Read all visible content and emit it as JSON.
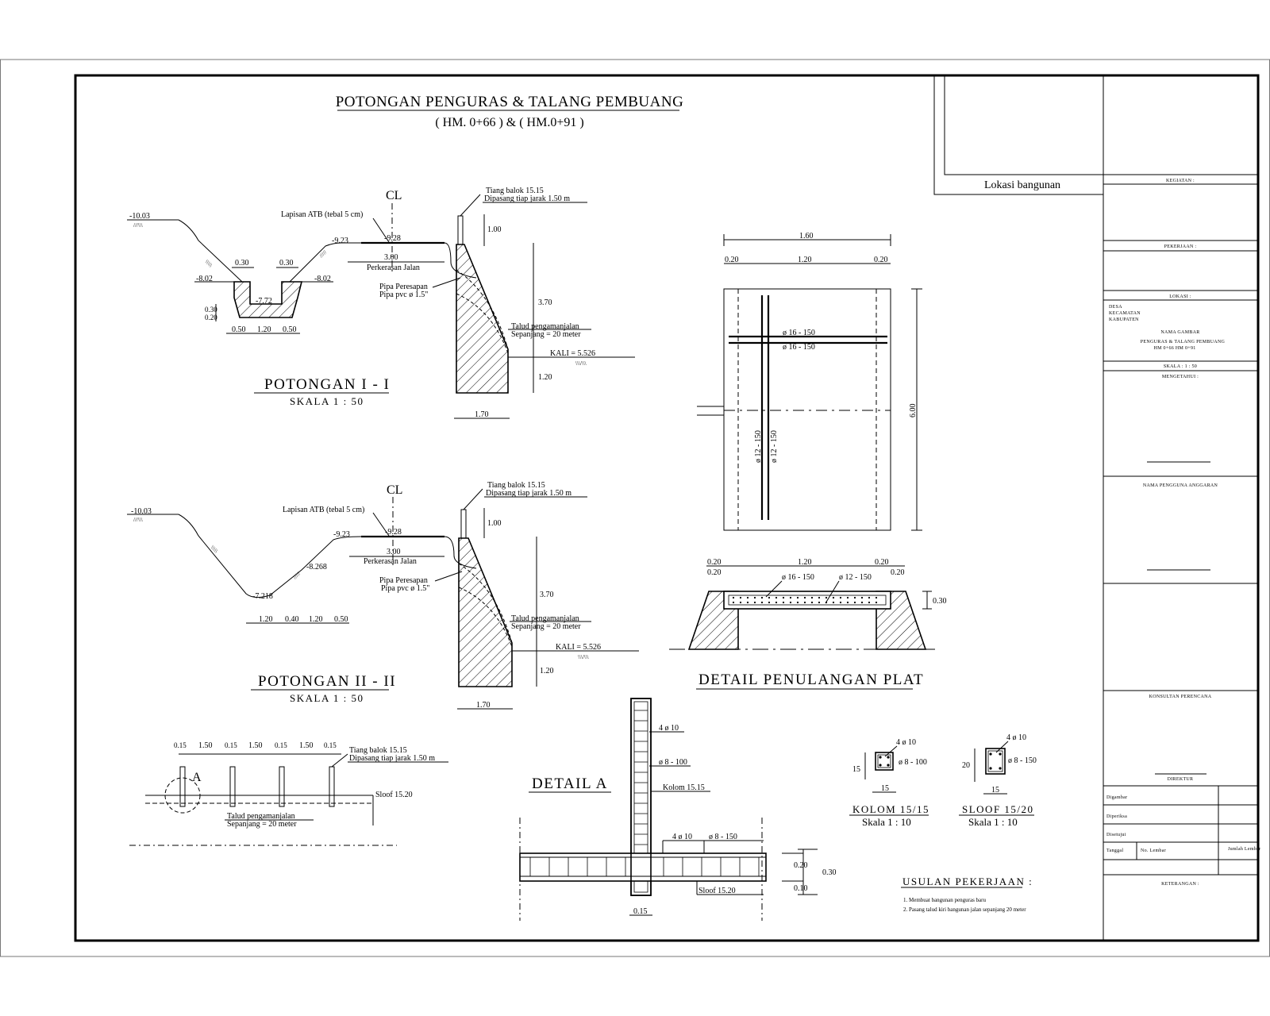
{
  "title": {
    "main": "POTONGAN PENGURAS & TALANG PEMBUANG",
    "sub": "( HM. 0+66 ) & ( HM.0+91 )"
  },
  "section1": {
    "title": "POTONGAN  I - I",
    "scale": "SKALA 1 : 50",
    "cl": "CL",
    "labels": {
      "tiang1": "Tiang balok 15.15",
      "tiang2": "Dipasang tiap jarak 1.50 m",
      "lapisan": "Lapisan ATB (tebal 5 cm)",
      "perkerasan": "Perkerasan Jalan",
      "pipa1": "Pipa Peresapan",
      "pipa2": "Pipa pvc ø 1.5\"",
      "talud1": "Talud pengamanjalan",
      "talud2": "Sepanjang = 20 meter",
      "kali": "KALI = 5.526"
    },
    "elev": [
      "-10.03",
      "-9.23",
      "-9.28",
      "-8.02",
      "-8.02",
      "-7.72"
    ],
    "dims": [
      "0.30",
      "0.30",
      "3.00",
      "1.00",
      "3.70",
      "1.20",
      "1.70",
      "0.30",
      "0.20",
      "0.50",
      "1.20",
      "0.50"
    ]
  },
  "section2": {
    "title": "POTONGAN  II - II",
    "scale": "SKALA 1 : 50",
    "cl": "CL",
    "labels": {
      "tiang1": "Tiang balok 15.15",
      "tiang2": "Dipasang tiap jarak 1.50 m",
      "lapisan": "Lapisan ATB (tebal 5 cm)",
      "perkerasan": "Perkerasan Jalan",
      "pipa1": "Pipa Peresapan",
      "pipa2": "Pipa pvc ø 1.5\"",
      "talud1": "Talud pengamanjalan",
      "talud2": "Sepanjang = 20 meter",
      "kali": "KALI = 5.526"
    },
    "elev": [
      "-10.03",
      "-9.23",
      "-9.28",
      "-8.268",
      "-7.218"
    ],
    "dims": [
      "3.00",
      "1.00",
      "3.70",
      "1.20",
      "1.70",
      "1.20",
      "0.40",
      "1.20",
      "0.50"
    ]
  },
  "elevation_view": {
    "dims": [
      "0.15",
      "1.50",
      "0.15",
      "1.50",
      "0.15",
      "1.50",
      "0.15"
    ],
    "tiang1": "Tiang balok 15.15",
    "tiang2": "Dipasang tiap jarak 1.50 m",
    "marker": "A",
    "sloof": "Sloof 15.20",
    "talud1": "Talud pengamanjalan",
    "talud2": "Sepanjang = 20 meter"
  },
  "plate": {
    "title": "DETAIL PENULANGAN PLAT",
    "plan_dims": [
      "1.60",
      "0.20",
      "1.20",
      "0.20",
      "6.00"
    ],
    "bars": [
      "ø 16 - 150",
      "ø 16 - 150",
      "ø 12 - 150",
      "ø 12 - 150"
    ],
    "section_dims": [
      "0.20",
      "1.20",
      "0.20",
      "0.20",
      "0.20",
      "0.30"
    ],
    "section_bars": [
      "ø 16 - 150",
      "ø 12 - 150"
    ]
  },
  "detail_a": {
    "title": "DETAIL  A",
    "bar1": "4 ø 10",
    "stir1": "ø 8 - 100",
    "kolom": "Kolom 15.15",
    "bar2": "4 ø 10",
    "stir2": "ø 8 - 150",
    "sloof": "Sloof 15.20",
    "dims": [
      "0.20",
      "0.10",
      "0.30",
      "0.15"
    ]
  },
  "kolom": {
    "bar": "4 ø 10",
    "stir": "ø 8 - 100",
    "h": "15",
    "w": "15",
    "title": "KOLOM 15/15",
    "scale": "Skala 1 : 10"
  },
  "sloof": {
    "bar": "4 ø 10",
    "stir": "ø 8 - 150",
    "h": "20",
    "w": "15",
    "title": "SLOOF 15/20",
    "scale": "Skala 1 : 10"
  },
  "usulan": {
    "title": "USULAN PEKERJAAN :",
    "items": [
      "1.  Membuat bangunan penguras baru",
      "2.  Pasang talud kiri bangunan jalan sepanjang 20 meter"
    ]
  },
  "lokasi": "Lokasi bangunan",
  "titleblock": {
    "kegiatan": "KEGIATAN :",
    "pekerjaan": "PEKERJAAN :",
    "lokasi": "LOKASI :",
    "lokasi_rows": [
      "DESA",
      "KECAMATAN",
      "KABUPATEN"
    ],
    "nama_gambar": "NAMA GAMBAR",
    "gambar_1": "PENGURAS & TALANG PEMBUANG",
    "gambar_2": "HM 0+66          HM 0+91",
    "skala": "SKALA :      1 : 50",
    "mengetahui": "MENGETAHUI :",
    "nama1": "NAMA PENGGUNA ANGGARAN",
    "konsultan": "KONSULTAN PERENCANA",
    "direktur": "DIREKTUR",
    "rows": [
      "Digambar",
      "Diperiksa",
      "Disetujui",
      "Tanggal"
    ],
    "no_lembar": "No. Lembar",
    "jumlah_lembar": "Jumlah Lembar",
    "keterangan": "KETERANGAN :"
  },
  "colors": {
    "line": "#000000",
    "paper": "#ffffff",
    "border": "#777777"
  }
}
